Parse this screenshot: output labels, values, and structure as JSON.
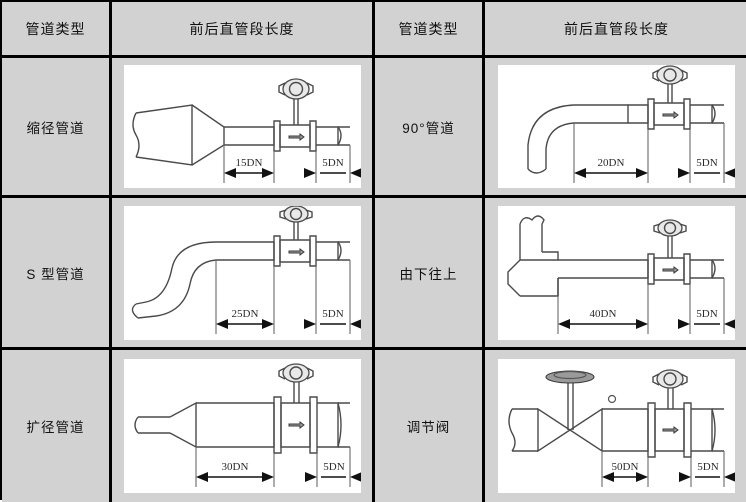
{
  "table": {
    "headers": [
      {
        "label": "管道类型",
        "name": "header-pipe-type-left"
      },
      {
        "label": "前后直管段长度",
        "name": "header-straight-length-left"
      },
      {
        "label": "管道类型",
        "name": "header-pipe-type-right"
      },
      {
        "label": "前后直管段长度",
        "name": "header-straight-length-right"
      }
    ],
    "rows": [
      {
        "left": {
          "type_label": "缩径管道",
          "diagram": {
            "shape": "reducer",
            "upstream_dim": "15DN",
            "downstream_dim": "5DN"
          }
        },
        "right": {
          "type_label": "90°管道",
          "diagram": {
            "shape": "elbow-90",
            "upstream_dim": "20DN",
            "downstream_dim": "5DN"
          }
        }
      },
      {
        "left": {
          "type_label": "S 型管道",
          "diagram": {
            "shape": "s-bend",
            "upstream_dim": "25DN",
            "downstream_dim": "5DN"
          }
        },
        "right": {
          "type_label": "由下往上",
          "diagram": {
            "shape": "bottom-up-riser",
            "upstream_dim": "40DN",
            "downstream_dim": "5DN"
          }
        }
      },
      {
        "left": {
          "type_label": "扩径管道",
          "diagram": {
            "shape": "expander",
            "upstream_dim": "30DN",
            "downstream_dim": "5DN"
          }
        },
        "right": {
          "type_label": "调节阀",
          "diagram": {
            "shape": "control-valve",
            "upstream_dim": "50DN",
            "downstream_dim": "5DN"
          }
        }
      }
    ]
  },
  "colors": {
    "cell_background": "#d2d2d2",
    "image_background": "#ffffff",
    "border": "#000000",
    "drawing_line": "#4a4a4a",
    "dimension": "#111111"
  }
}
